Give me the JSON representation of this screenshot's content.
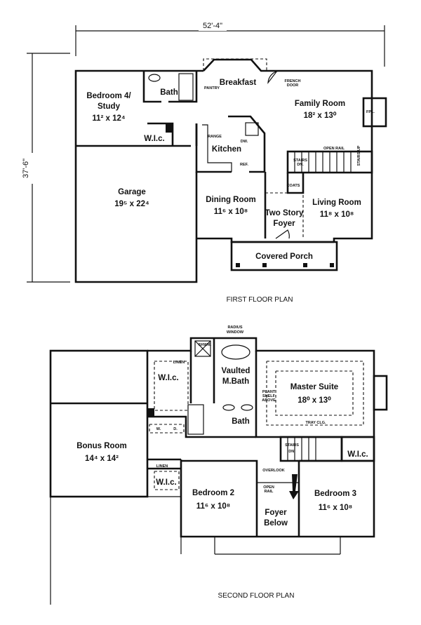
{
  "dimensions": {
    "width": "52'-4\"",
    "depth": "37'-6\""
  },
  "first_floor": {
    "title": "FIRST FLOOR PLAN",
    "rooms": [
      {
        "name": "Bedroom 4/",
        "name2": "Study",
        "size": "11² x 12⁴"
      },
      {
        "name": "Bath"
      },
      {
        "name": "Breakfast"
      },
      {
        "name": "Family Room",
        "size": "18² x 13⁰"
      },
      {
        "name": "Kitchen"
      },
      {
        "name": "W.I.c."
      },
      {
        "name": "Garage",
        "size": "19⁵ x 22⁴"
      },
      {
        "name": "Dining Room",
        "size": "11⁶ x 10⁸"
      },
      {
        "name": "Two Story",
        "name2": "Foyer"
      },
      {
        "name": "Living Room",
        "size": "11⁸ x 10⁸"
      },
      {
        "name": "Covered Porch"
      }
    ],
    "notes": {
      "pantry": "PANTRY",
      "french": "FRENCH",
      "door": "DOOR",
      "fpl": "FPL.",
      "range": "RANGE",
      "dw": "DW.",
      "ref": "REF.",
      "open_rail": "OPEN RAIL",
      "stairs_up": "STAIRS UP",
      "stairs": "STAIRS",
      "dn": "DN.",
      "coats": "COATS"
    }
  },
  "second_floor": {
    "title": "SECOND FLOOR PLAN",
    "rooms": [
      {
        "name": "W.I.c."
      },
      {
        "name": "Vaulted",
        "name2": "M.Bath"
      },
      {
        "name": "Master Suite",
        "size": "18⁰ x 13⁰"
      },
      {
        "name": "Bath"
      },
      {
        "name": "Bonus Room",
        "size": "14⁴ x 14²"
      },
      {
        "name": "W.I.c."
      },
      {
        "name": "W.I.c."
      },
      {
        "name": "Bedroom 2",
        "size": "11⁶ x 10⁸"
      },
      {
        "name": "Foyer",
        "name2": "Below"
      },
      {
        "name": "Bedroom 3",
        "size": "11⁶ x 10⁸"
      }
    ],
    "notes": {
      "radius": "RADIUS",
      "window": "WINDOW",
      "shwr": "SHWR.",
      "linen": "LINEN",
      "plant": "PLANT",
      "shelf": "SHELF",
      "above": "ABOVE",
      "tray": "TRAY CLG.",
      "w": "W.",
      "dryer": "D.",
      "stairs": "STAIRS",
      "dn": "DN.",
      "linen2": "LINEN",
      "overlook": "OVERLOOK",
      "open": "OPEN",
      "rail": "RAIL"
    }
  }
}
